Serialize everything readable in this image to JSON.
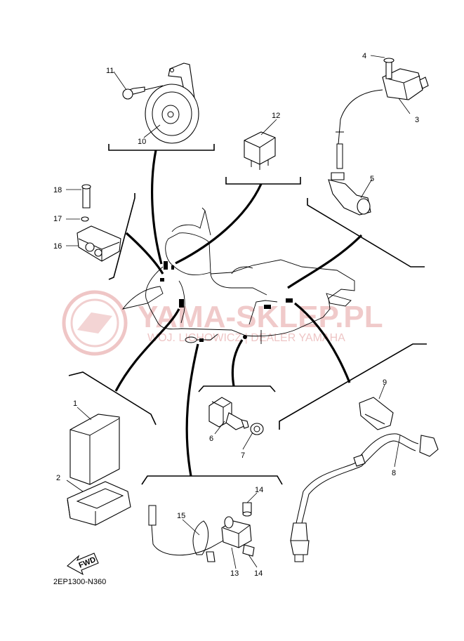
{
  "diagram_code": "2EP1300-N360",
  "fwd_label": "FWD",
  "watermark": {
    "title": "YAMA-SKLEP.PL",
    "subtitle": "WOJ. LICHOWICZ | DEALER YAMAHA"
  },
  "parts": {
    "p1": "1",
    "p2": "2",
    "p3": "3",
    "p4": "4",
    "p5": "5",
    "p6": "6",
    "p7": "7",
    "p8": "8",
    "p9": "9",
    "p10": "10",
    "p11": "11",
    "p12": "12",
    "p13": "13",
    "p14a": "14",
    "p14b": "14",
    "p15": "15",
    "p16": "16",
    "p17": "17",
    "p18": "18"
  }
}
